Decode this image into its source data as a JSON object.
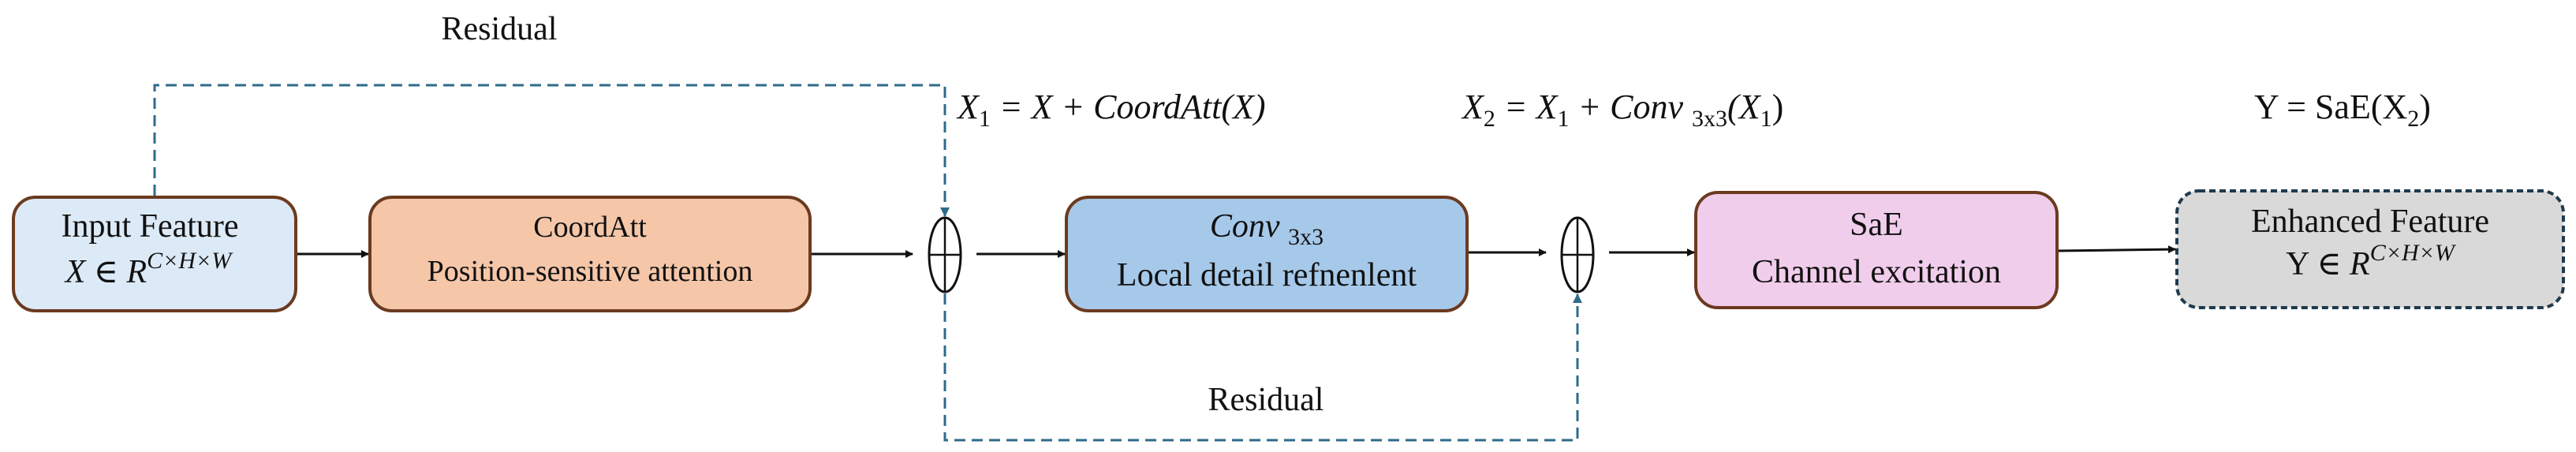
{
  "colors": {
    "input_fill": "#dce9f6",
    "coordatt_fill": "#f5c6a8",
    "conv_fill": "#a6c9ea",
    "sae_fill": "#f1cdec",
    "output_fill": "#d9d9d9",
    "box_border": "#6b3a1f",
    "residual_line": "#2e6b8a"
  },
  "residual_top_label": "Residual",
  "residual_bottom_label": "Residual",
  "nodes": {
    "input": {
      "title": "Input Feature",
      "math_var": "X",
      "math_in": "∈",
      "math_set": "R",
      "math_sup": "C×H×W"
    },
    "coordatt": {
      "title": "CoordAtt",
      "subtitle": "Position-sensitive attention"
    },
    "conv": {
      "title": "Conv",
      "title_sub": "3x3",
      "subtitle": "Local detail refnenlent"
    },
    "sae": {
      "title": "SaE",
      "subtitle": "Channel excitation"
    },
    "output": {
      "title": "Enhanced Feature",
      "math_var": "Y",
      "math_in": "∈",
      "math_set": "R",
      "math_sup": "C×H×W"
    }
  },
  "equations": {
    "eq1": {
      "lhs": "X",
      "lhs_sub": "1",
      "rhs": " = X + CoordAtt(X)"
    },
    "eq2": {
      "lhs": "X",
      "lhs_sub": "2",
      "mid": " = X",
      "mid_sub": "1",
      "rhs": " + Conv ",
      "conv_sub": "3x3",
      "arg": "(X",
      "arg_sub": "1",
      "close": ")"
    },
    "eq3": {
      "lhs": "Y = SaE(X",
      "lhs_sub": "2",
      "close": ")"
    }
  },
  "sum_symbol": "⊕"
}
